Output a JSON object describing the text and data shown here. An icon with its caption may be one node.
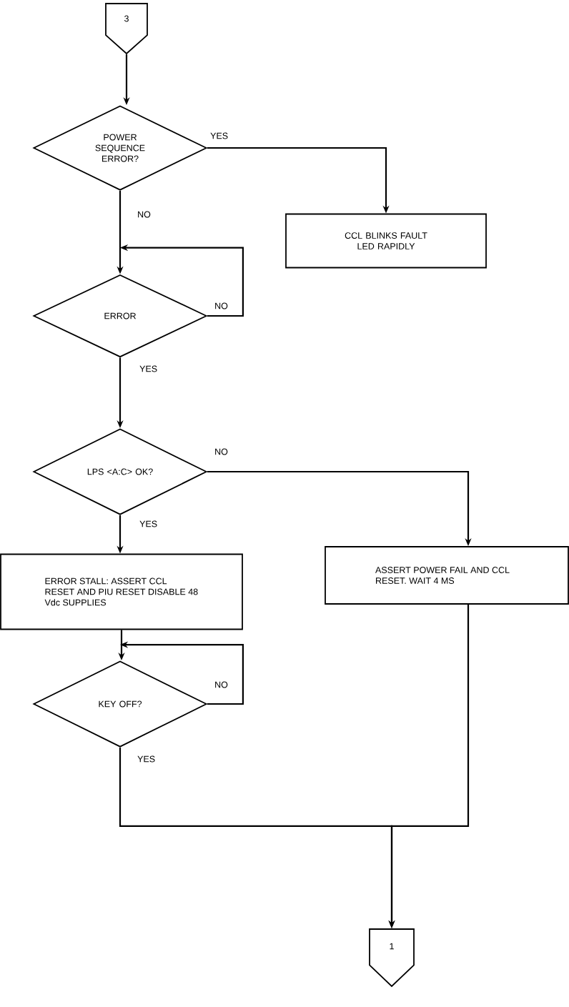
{
  "diagram": {
    "nodes": [
      {
        "text": [
          "3"
        ]
      },
      {
        "text": [
          "POWER SEQUENCE ERROR?"
        ]
      },
      {
        "text": [
          "CCL BLINKS FAULT LED RAPIDLY"
        ]
      },
      {
        "text": [
          "ERROR"
        ]
      },
      {
        "text": [
          "LPS <A:C> OK?"
        ]
      },
      {
        "text": [
          "ASSERT POWER FAIL AND CCL RESET. WAIT 4 MS"
        ]
      },
      {
        "text": [
          "ERROR STALL: ASSERT CCL RESET AND PIU RESET DISABLE 48 Vdc SUPPLIES"
        ]
      },
      {
        "text": [
          "KEY OFF?"
        ]
      },
      {
        "text": [
          "1"
        ]
      }
    ],
    "edges": [
      {
        "from": 0,
        "to": 1,
        "arrow": "to"
      },
      {
        "from": 1,
        "to": 2,
        "arrow": "to",
        "label": "YES"
      },
      {
        "from": 1,
        "to": 3,
        "arrow": "to",
        "label": "NO"
      },
      {
        "from": 3,
        "to": 3,
        "arrow": "to",
        "label": "NO"
      },
      {
        "from": 3,
        "to": 4,
        "arrow": "to",
        "label": "YES"
      },
      {
        "from": 4,
        "to": 5,
        "arrow": "to",
        "label": "NO"
      },
      {
        "from": 4,
        "to": 6,
        "arrow": "to",
        "label": "YES"
      },
      {
        "from": 6,
        "to": 7,
        "arrow": "to"
      },
      {
        "from": 7,
        "to": 7,
        "arrow": "to",
        "label": "NO"
      },
      {
        "from": 7,
        "to": 8,
        "arrow": "to",
        "label": "YES"
      },
      {
        "from": 5,
        "to": 8,
        "arrow": "to"
      }
    ]
  }
}
